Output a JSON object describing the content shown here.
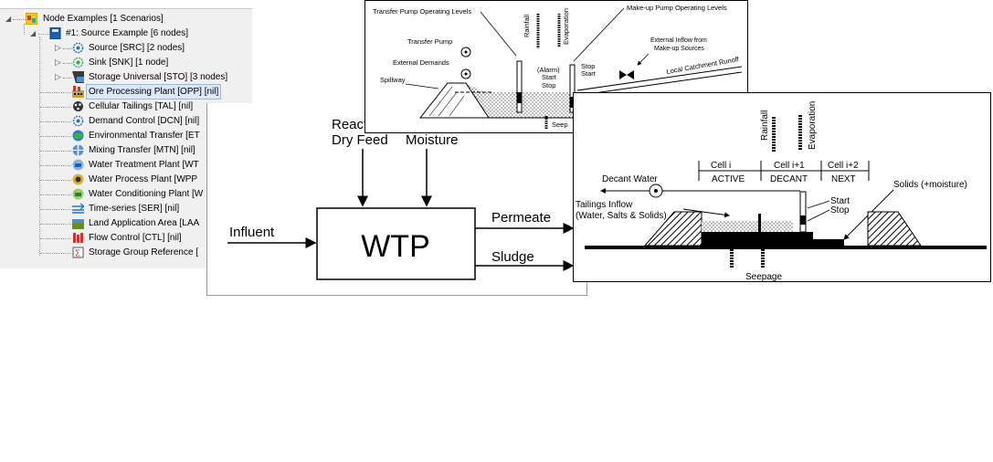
{
  "tree": {
    "root": "Node Examples [1 Scenarios]",
    "scenario": "#1: Source Example [6 nodes]",
    "items": [
      {
        "label": "Source [SRC] [2 nodes]",
        "icon": "source-icon"
      },
      {
        "label": "Sink [SNK] [1 node]",
        "icon": "sink-icon"
      },
      {
        "label": "Storage Universal [STO] [3 nodes]",
        "icon": "storage-icon"
      },
      {
        "label": "Ore Processing Plant [OPP] [nil]",
        "icon": "ore-processing-icon",
        "selected": true
      },
      {
        "label": "Cellular Tailings [TAL] [nil]",
        "icon": "tailings-icon"
      },
      {
        "label": "Demand Control [DCN] [nil]",
        "icon": "demand-control-icon"
      },
      {
        "label": "Environmental Transfer [ET",
        "icon": "environmental-transfer-icon"
      },
      {
        "label": "Mixing Transfer [MTN] [nil]",
        "icon": "mixing-transfer-icon"
      },
      {
        "label": "Water Treatment Plant [WT",
        "icon": "water-treatment-icon"
      },
      {
        "label": "Water Process Plant [WPP",
        "icon": "water-process-icon"
      },
      {
        "label": "Water Conditioning Plant [W",
        "icon": "water-conditioning-icon"
      },
      {
        "label": "Time-series [SER] [nil]",
        "icon": "time-series-icon"
      },
      {
        "label": "Land Application Area [LAA",
        "icon": "land-application-icon"
      },
      {
        "label": "Flow Control [CTL] [nil]",
        "icon": "flow-control-icon"
      },
      {
        "label": "Storage Group Reference [",
        "icon": "storage-group-icon"
      }
    ]
  },
  "wtp_diagram": {
    "reagent": "React",
    "dry_feed": "Dry Feed",
    "moisture": "Moisture",
    "influent": "Influent",
    "box": "WTP",
    "permeate": "Permeate",
    "sludge": "Sludge"
  },
  "pump_diagram": {
    "transfer_levels": "Transfer Pump Operating Levels",
    "makeup_levels": "Make-up Pump Operating Levels",
    "rainfall": "Rainfall",
    "evaporation": "Evaporation",
    "transfer_pump": "Transfer Pump",
    "external_demands": "External Demands",
    "spillway": "Spillway",
    "alarm": "(Alarm)",
    "start_left": "Start",
    "stop_left": "Stop",
    "stop_right": "Stop",
    "start_right": "Start",
    "external_inflow_1": "External Inflow from",
    "external_inflow_2": "Make-up Sources",
    "local_runoff": "Local Catchment Runoff",
    "seepage": "Seep"
  },
  "cell_diagram": {
    "rainfall": "Rainfall",
    "evaporation": "Evaporation",
    "cell_i": "Cell i",
    "cell_i1": "Cell i+1",
    "cell_i2": "Cell i+2",
    "active": "ACTIVE",
    "decant": "DECANT",
    "next": "NEXT",
    "decant_water": "Decant Water",
    "solids": "Solids (+moisture)",
    "tailings_1": "Tailings Inflow",
    "tailings_2": "(Water, Salts & Solids)",
    "start": "Start",
    "stop": "Stop",
    "seepage": "Seepage"
  }
}
